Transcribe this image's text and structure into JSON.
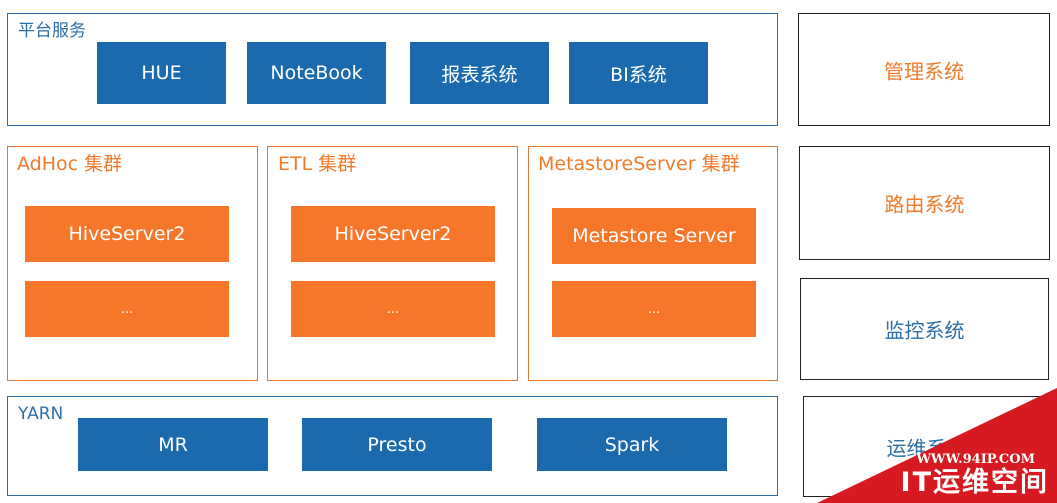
{
  "platform": {
    "title": "平台服务",
    "items": [
      "HUE",
      "NoteBook",
      "报表系统",
      "BI系统"
    ]
  },
  "clusters": [
    {
      "title": "AdHoc 集群",
      "items": [
        "HiveServer2",
        "..."
      ]
    },
    {
      "title": "ETL 集群",
      "items": [
        "HiveServer2",
        "..."
      ]
    },
    {
      "title": "MetastoreServer 集群",
      "items": [
        "Metastore Server",
        "..."
      ]
    }
  ],
  "yarn": {
    "title": "YARN",
    "items": [
      "MR",
      "Presto",
      "Spark"
    ]
  },
  "side": [
    "管理系统",
    "路由系统",
    "监控系统",
    "运维系统"
  ],
  "watermark": {
    "url": "WWW.94IP.COM",
    "name": "IT运维空间"
  },
  "colors": {
    "blue": "#1b6aad",
    "orange": "#f7772a",
    "watermark_red": "#d71a21"
  }
}
